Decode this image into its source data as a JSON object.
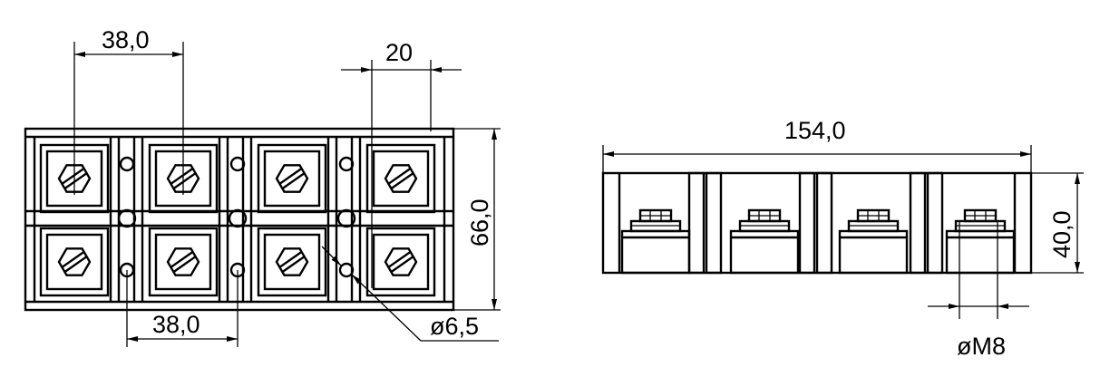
{
  "front_view": {
    "top_pitch_label": "38,0",
    "width_label": "20",
    "height_label": "66,0",
    "bottom_pitch_label": "38,0",
    "hole_label": "ø6,5"
  },
  "side_view": {
    "length_label": "154,0",
    "height_label": "40,0",
    "thread_label": "øM8"
  }
}
